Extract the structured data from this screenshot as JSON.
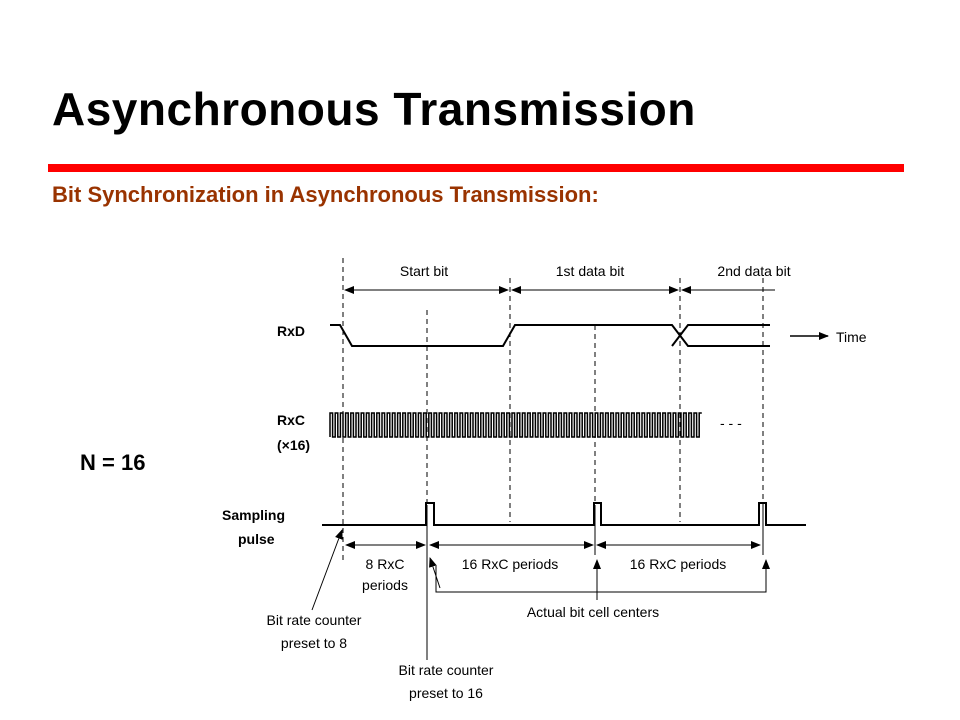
{
  "title": "Asynchronous Transmission",
  "subtitle": "Bit Synchronization in Asynchronous Transmission:",
  "n_label": "N = 16",
  "colors": {
    "rule": "#ff0000",
    "subtitle": "#993300"
  },
  "diagram": {
    "signals": {
      "rxd": "RxD",
      "rxc_line1": "RxC",
      "rxc_line2": "(×16)",
      "sampling_line1": "Sampling",
      "sampling_line2": "pulse"
    },
    "bits": {
      "start": "Start bit",
      "first": "1st data bit",
      "second": "2nd data bit"
    },
    "time_label": "Time",
    "ellipsis": "- - -",
    "periods": {
      "eight_line1": "8 RxC",
      "eight_line2": "periods",
      "sixteen_a": "16 RxC periods",
      "sixteen_b": "16 RxC periods"
    },
    "annotations": {
      "preset8_line1": "Bit rate counter",
      "preset8_line2": "preset to 8",
      "preset16_line1": "Bit rate counter",
      "preset16_line2": "preset to 16",
      "centers": "Actual bit cell centers"
    }
  }
}
